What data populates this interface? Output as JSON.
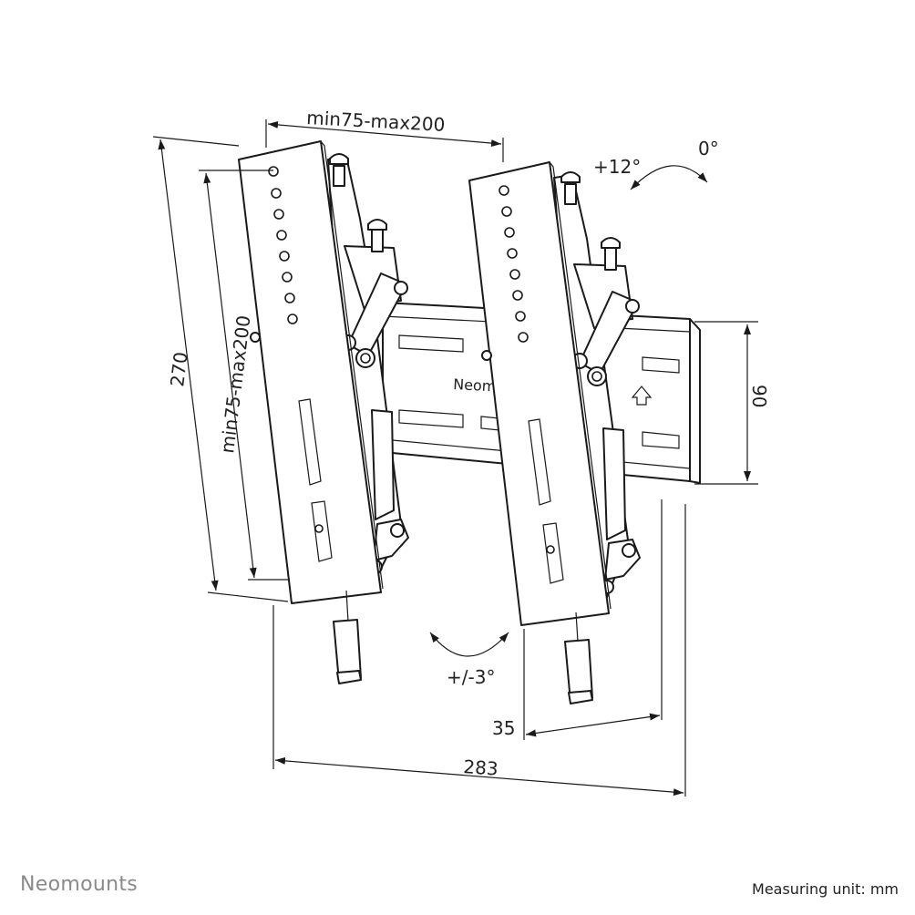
{
  "dimensions": {
    "hole_pattern_horizontal": "min75-max200",
    "hole_pattern_vertical": "min75-max200",
    "height": "270",
    "rail_height": "90",
    "wall_distance": "35",
    "width": "283"
  },
  "tilt": {
    "forward": "+12°",
    "neutral": "0°",
    "level_adjust": "+/-3°"
  },
  "rail_logo": "Neom",
  "brand": "Neomounts",
  "measuring_unit": "Measuring unit: mm"
}
